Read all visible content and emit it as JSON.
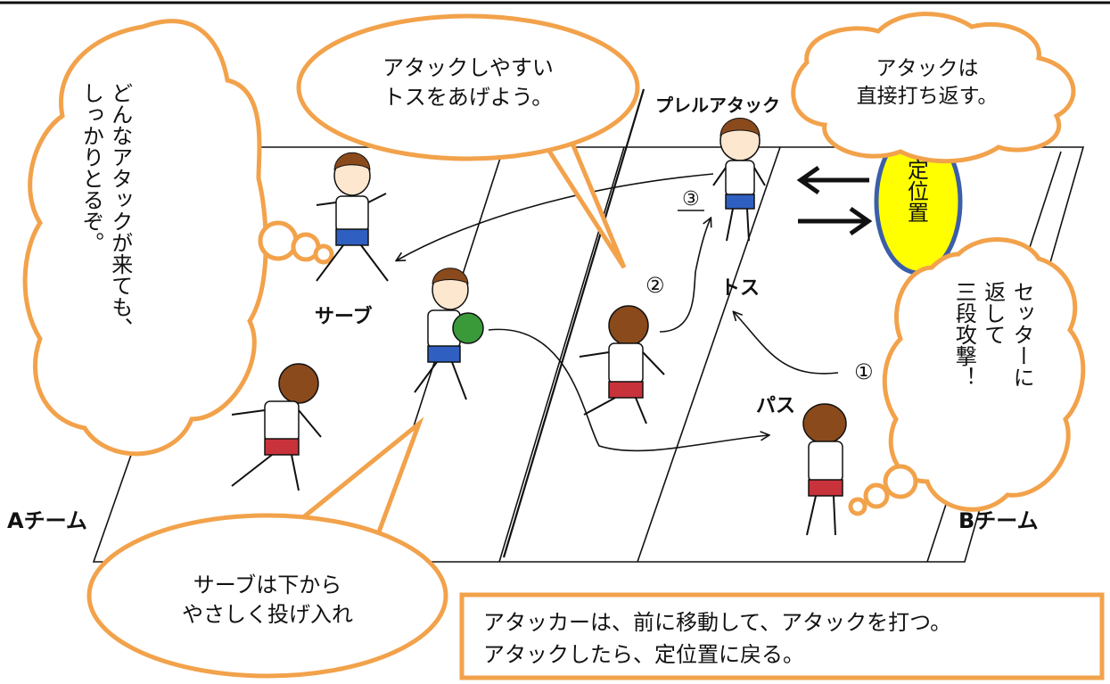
{
  "teams": {
    "a": "Aチーム",
    "b": "Bチーム"
  },
  "court_labels": {
    "serve": "サーブ",
    "pass": "パス",
    "toss": "トス",
    "plel_attack": "プレルアタック",
    "step1": "①",
    "step2": "②",
    "step3": "③"
  },
  "position_badge": "定位置",
  "bubbles": {
    "toss_tip": [
      "アタックしやすい",
      "トスをあげよう。"
    ],
    "attack_tip": [
      "アタックは",
      "直接打ち返す。"
    ],
    "defense_tip": [
      "どんなアタックが来ても、",
      "しっかりとるぞ。"
    ],
    "setter_tip": [
      "セッターに",
      "返して",
      "三段攻撃！"
    ],
    "serve_tip": [
      "サーブは下から",
      "やさしく投げ入れ"
    ]
  },
  "note_box": [
    "アタッカーは、前に移動して、アタックを打つ。",
    "アタックしたら、定位置に戻る。"
  ],
  "colors": {
    "bubble_stroke": "#f2a24b",
    "badge_fill": "#ffff00",
    "badge_stroke": "#3b5ea8",
    "shirt": "#ffffff",
    "shorts_blue": "#2f5fc0",
    "shorts_red": "#c8323b",
    "hair": "#8a4a1c",
    "ball": "#3a9a3a"
  }
}
